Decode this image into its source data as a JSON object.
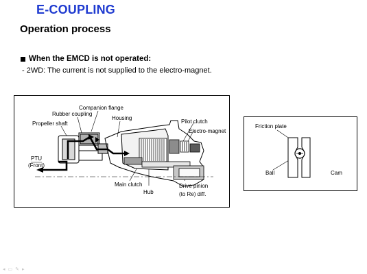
{
  "slide": {
    "title": "E-COUPLING",
    "subtitle": "Operation process",
    "bullet_heading": "When the EMCD is not operated:",
    "bullet_text": "- 2WD: The current is not supplied to the electro-magnet."
  },
  "left_diagram": {
    "labels": {
      "companion_flange": "Companion flange",
      "rubber_coupling": "Rubber coupling",
      "propeller_shaft": "Propeller shaft",
      "housing": "Housing",
      "pilot_clutch": "Pilot clutch",
      "electro_magnet": "Electro-magnet",
      "ptu": "PTU",
      "front": "(Front)",
      "main_clutch": "Main clutch",
      "hub": "Hub",
      "drive_pinion": "Drive pinion",
      "to_re_diff": "(to Re) diff."
    }
  },
  "right_diagram": {
    "labels": {
      "friction_plate": "Friction plate",
      "ball": "Ball",
      "cam": "Cam"
    }
  },
  "footer": {
    "icons": [
      "prev-slide-icon",
      "menu-icon",
      "pen-icon",
      "next-slide-icon"
    ]
  }
}
